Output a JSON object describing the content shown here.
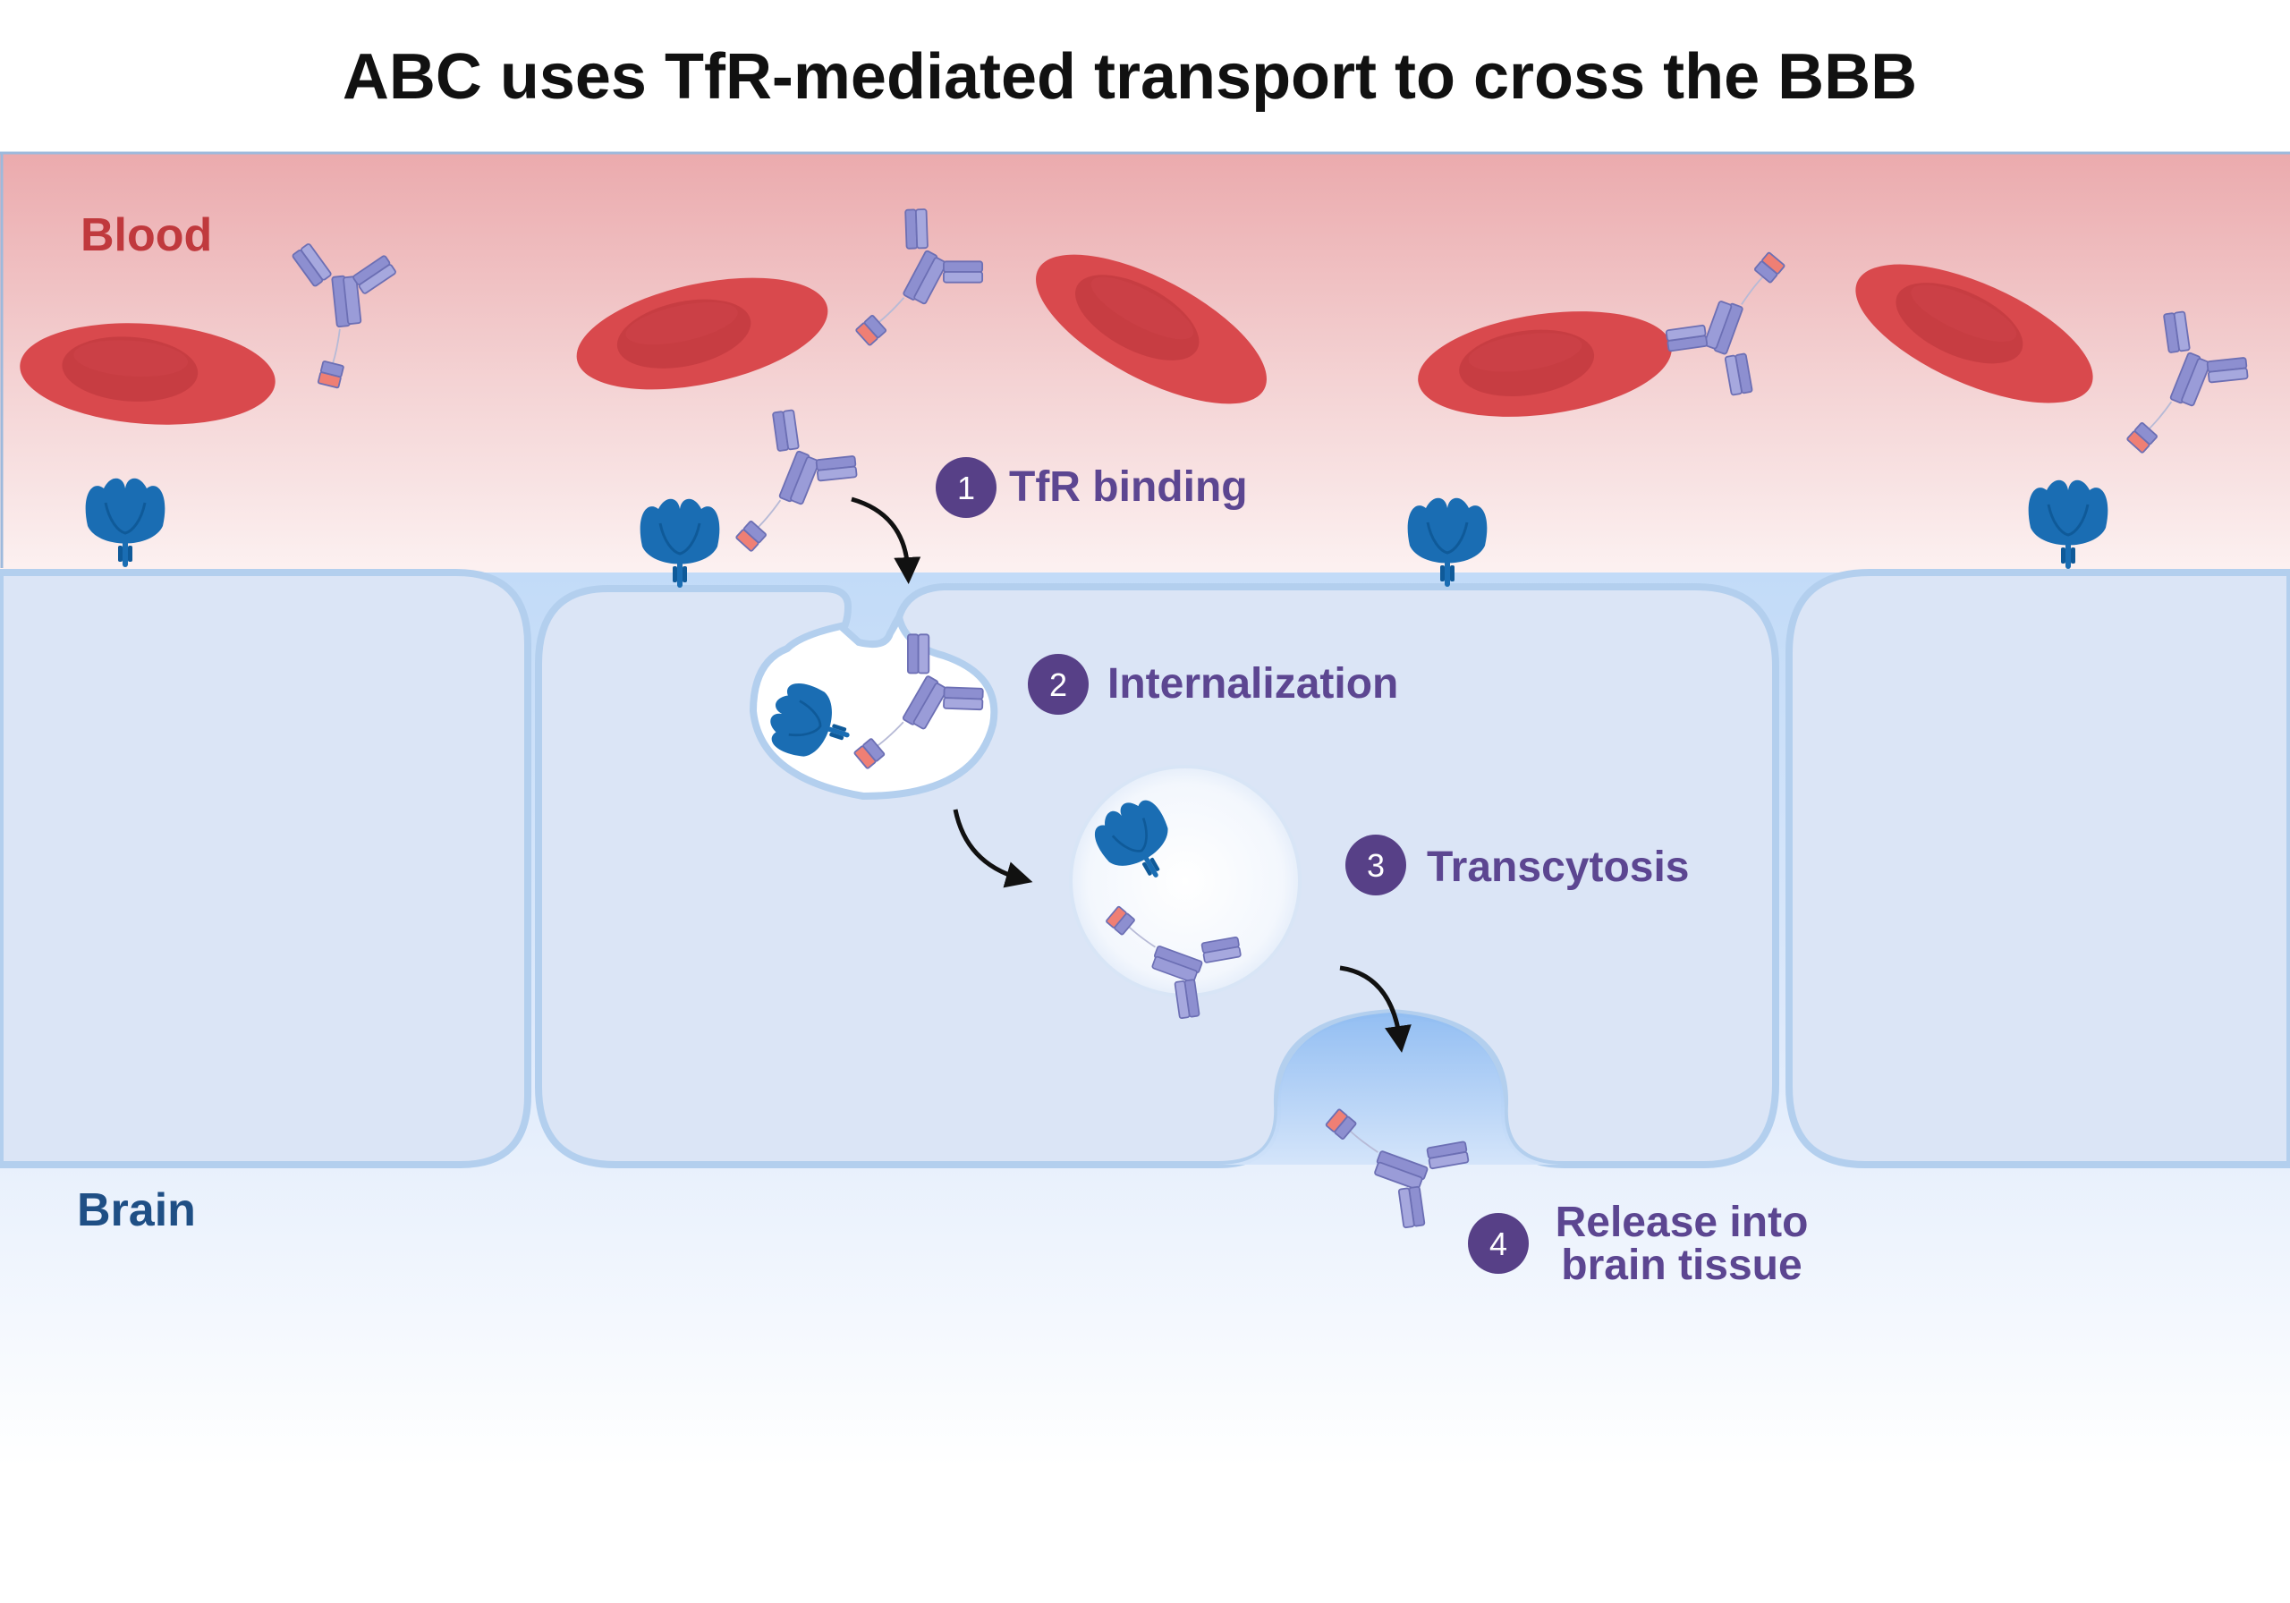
{
  "title": "ABC uses TfR-mediated transport to cross the BBB",
  "regions": {
    "blood": "Blood",
    "brain": "Brain"
  },
  "steps": [
    {
      "number": "1",
      "label": "TfR binding"
    },
    {
      "number": "2",
      "label": "Internalization"
    },
    {
      "number": "3",
      "label": "Transcytosis"
    },
    {
      "number": "4",
      "label_line1": "Release into",
      "label_line2": "brain tissue"
    }
  ],
  "colors": {
    "blood_region": "#ebaaad",
    "brain_region": "#bcd7f7",
    "endothelial_cell": "#dbe5f6",
    "membrane": "#b3cfee",
    "red_blood_cell": "#d9494d",
    "transferrin_receptor": "#1a6db3",
    "antibody": "#8d8fd0",
    "tfr_binding_domain": "#ef7f74",
    "step_badge": "#574087",
    "step_text": "#5c4691",
    "arrow": "#111111"
  },
  "icons": {
    "red_blood_cell": "red-blood-cell-icon",
    "transferrin_receptor": "transferrin-receptor-icon",
    "antibody": "antibody-icon",
    "arrow": "curved-arrow-icon"
  }
}
